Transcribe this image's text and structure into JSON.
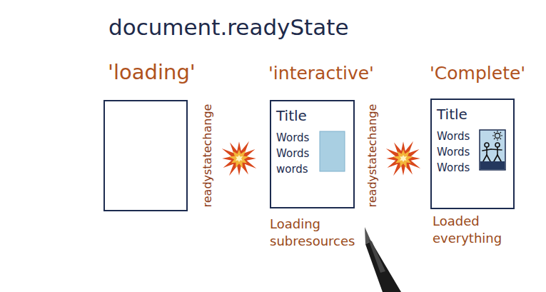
{
  "diagram": {
    "title": "document.readyState",
    "nodes": [
      {
        "text": [
          "'loading'"
        ]
      },
      {
        "text": [
          "'interactive'",
          "Title",
          "Words Words words"
        ]
      },
      {
        "text": [
          "'Complete'",
          "Title",
          "Words Words Words"
        ]
      }
    ],
    "labels": [
      "readystatechange",
      "readystatechange",
      "Loading subresources",
      "Loaded everything"
    ]
  }
}
